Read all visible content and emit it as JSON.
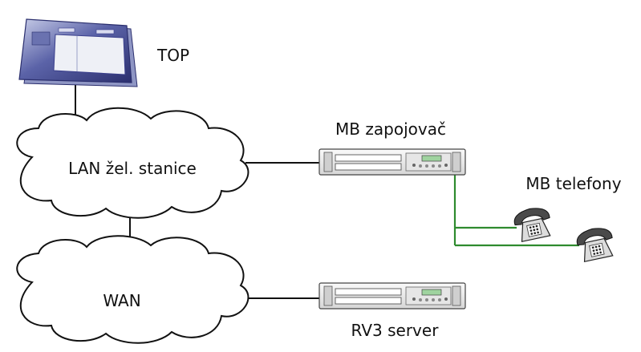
{
  "labels": {
    "top": "TOP",
    "lan": "LAN žel. stanice",
    "wan": "WAN",
    "mb_switch": "MB zapojovač",
    "mb_phones": "MB telefony",
    "rv3_server": "RV3 server"
  },
  "icons": {
    "terminal": "touch-panel-terminal-icon",
    "cloud": "network-cloud-icon",
    "server": "rack-server-icon",
    "phone": "desk-telephone-icon"
  },
  "colors": {
    "link": "#111111",
    "phone_link": "#2e8b2e",
    "terminal_frame": "#3a3f8c",
    "terminal_screen": "#eef0f6",
    "server_body": "#efefef",
    "server_display": "#9fd39f"
  }
}
